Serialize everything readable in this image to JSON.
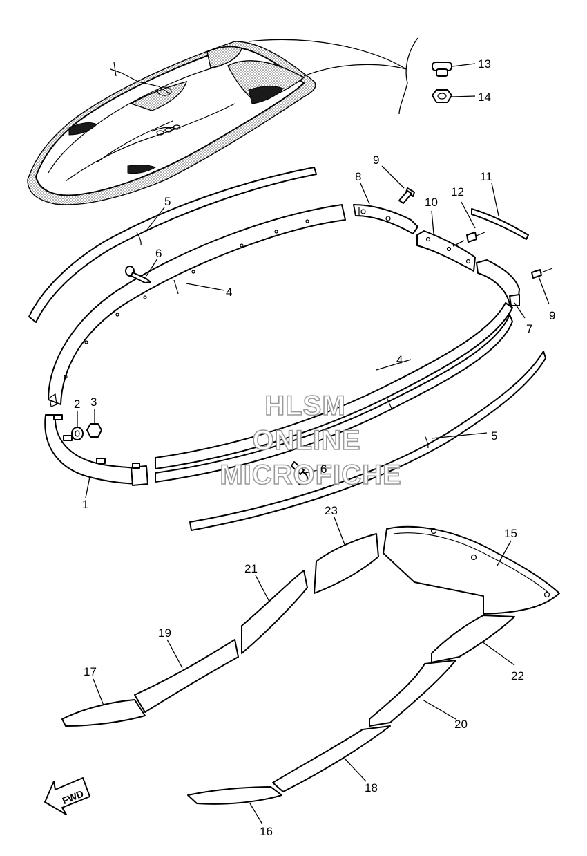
{
  "watermark": {
    "line1": "HLSM",
    "line2": "ONLINE",
    "line3": "MICROFICHE"
  },
  "fwd_label": "FWD",
  "callouts": {
    "c1": "1",
    "c2": "2",
    "c3": "3",
    "c4a": "4",
    "c4b": "4",
    "c5a": "5",
    "c5b": "5",
    "c6a": "6",
    "c6b": "6",
    "c7": "7",
    "c8": "8",
    "c9a": "9",
    "c9b": "9",
    "c10": "10",
    "c11": "11",
    "c12": "12",
    "c13": "13",
    "c14": "14",
    "c15": "15",
    "c16": "16",
    "c17": "17",
    "c18": "18",
    "c19": "19",
    "c20": "20",
    "c21": "21",
    "c22": "22",
    "c23": "23"
  }
}
